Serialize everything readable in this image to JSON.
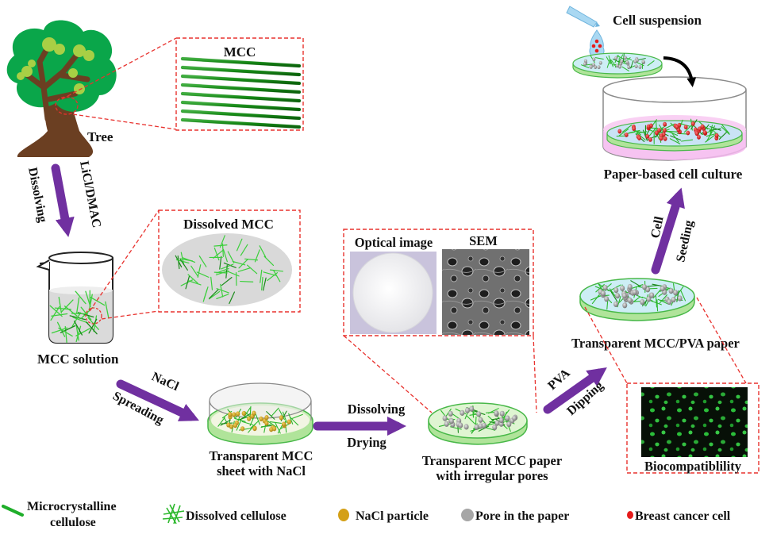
{
  "colors": {
    "arrow": "#7030a0",
    "dashed": "#e8322e",
    "fiber": "#2db82d",
    "fiber_dark": "#1a8a1a",
    "tree_canopy": "#0aa64a",
    "tree_leaf": "#a8cf45",
    "trunk": "#6b3f22",
    "nacl": "#d4a017",
    "pore": "#9c9c9c",
    "cell": "#e51b1b",
    "medium": "#f5b8ee",
    "paper_blue": "#bde3f2"
  },
  "labels": {
    "tree": "Tree",
    "mcc": "MCC",
    "dissolving_vertical": "Dissolving",
    "licl_dmac": "LiCl/DMAC",
    "dissolved_mcc": "Dissolved MCC",
    "mcc_solution": "MCC solution",
    "nacl": "NaCl",
    "spreading": "Spreading",
    "sheet_line1": "Transparent MCC",
    "sheet_line2": "sheet with NaCl",
    "dissolving": "Dissolving",
    "drying": "Drying",
    "paper_line1": "Transparent MCC paper",
    "paper_line2": "with irregular pores",
    "optical_image": "Optical image",
    "sem": "SEM",
    "pva": "PVA",
    "dipping": "Dipping",
    "mcc_pva_paper": "Transparent MCC/PVA paper",
    "biocompatibility": "Biocompatiblility",
    "cell": "Cell",
    "seeding": "Seeding",
    "paper_culture": "Paper-based cell culture",
    "cell_suspension": "Cell suspension"
  },
  "legend": {
    "mcc_line1": "Microcrystalline",
    "mcc_line2": "cellulose",
    "dissolved": "Dissolved cellulose",
    "nacl": "NaCl particle",
    "pore": "Pore in the paper",
    "cell": "Breast cancer cell"
  }
}
